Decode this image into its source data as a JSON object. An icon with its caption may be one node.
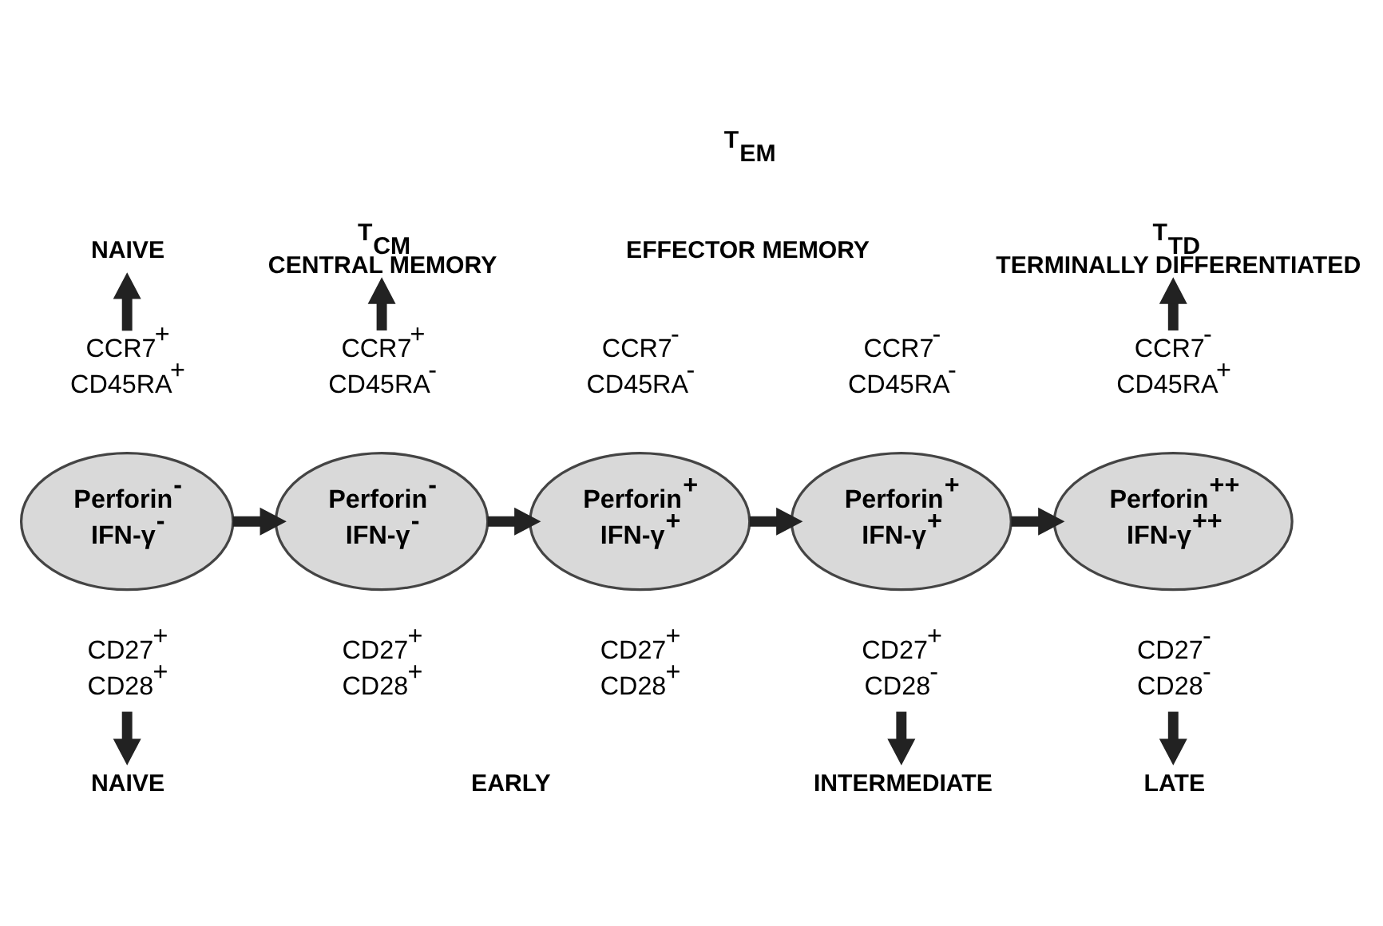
{
  "diagram": {
    "nodes": [
      {
        "text": [
          "NAIVE"
        ]
      },
      {
        "text": [
          "T$_{CM}$",
          "CENTRAL MEMORY"
        ]
      },
      {
        "text": [
          "T$_{TD}$",
          "TERMINALLY DIFFERENTIATED"
        ]
      },
      {
        "text": [
          "CCR7$^{+}$",
          "CD45RA$^{+}$"
        ]
      },
      {
        "text": [
          "CCR7$^{+}$",
          "CD45RA$^{-}$"
        ]
      },
      {
        "text": [
          "CCR7$^{-}$",
          "CD45RA$^{-}$"
        ]
      },
      {
        "text": [
          "CCR7$^{-}$",
          "CD45RA$^{-}$"
        ]
      },
      {
        "text": [
          "CCR7$^{-}$",
          "CD45RA$^{+}$"
        ]
      },
      {
        "text": [
          "Perforin$^{-}$",
          "IFN-γ$^{-}$"
        ]
      },
      {
        "text": [
          "Perforin$^{-}$",
          "IFN-γ$^{-}$"
        ]
      },
      {
        "text": [
          "Perforin$^{+}$",
          "IFN-γ$^{+}$"
        ]
      },
      {
        "text": [
          "Perforin$^{+}$",
          "IFN-γ$^{+}$"
        ]
      },
      {
        "text": [
          "Perforin$^{++}$",
          "IFN-γ$^{++}$"
        ]
      },
      {
        "text": [
          "CD27$^{+}$",
          "CD28$^{+}$"
        ]
      },
      {
        "text": [
          "CD27$^{+}$",
          "CD28$^{+}$"
        ]
      },
      {
        "text": [
          "CD27$^{+}$",
          "CD28$^{+}$"
        ]
      },
      {
        "text": [
          "CD27$^{+}$",
          "CD28$^{-}$"
        ]
      },
      {
        "text": [
          "CD27$^{-}$",
          "CD28$^{-}$"
        ]
      },
      {
        "text": [
          "NAIVE"
        ]
      },
      {
        "text": [
          "INTERMEDIATE"
        ]
      },
      {
        "text": [
          "LATE"
        ]
      }
    ],
    "edges": [
      {
        "from": 3,
        "to": 0,
        "arrow": "to"
      },
      {
        "from": 4,
        "to": 1,
        "arrow": "to"
      },
      {
        "from": 7,
        "to": 2,
        "arrow": "to"
      },
      {
        "from": 8,
        "to": 9,
        "arrow": "to"
      },
      {
        "from": 9,
        "to": 10,
        "arrow": "to"
      },
      {
        "from": 10,
        "to": 11,
        "arrow": "to"
      },
      {
        "from": 11,
        "to": 12,
        "arrow": "to"
      },
      {
        "from": 13,
        "to": 18,
        "arrow": "to"
      },
      {
        "from": 16,
        "to": 19,
        "arrow": "to"
      },
      {
        "from": 17,
        "to": 20,
        "arrow": "to"
      }
    ],
    "labels": [
      "T$_{EM}$",
      "EFFECTOR MEMORY",
      "EARLY"
    ]
  }
}
